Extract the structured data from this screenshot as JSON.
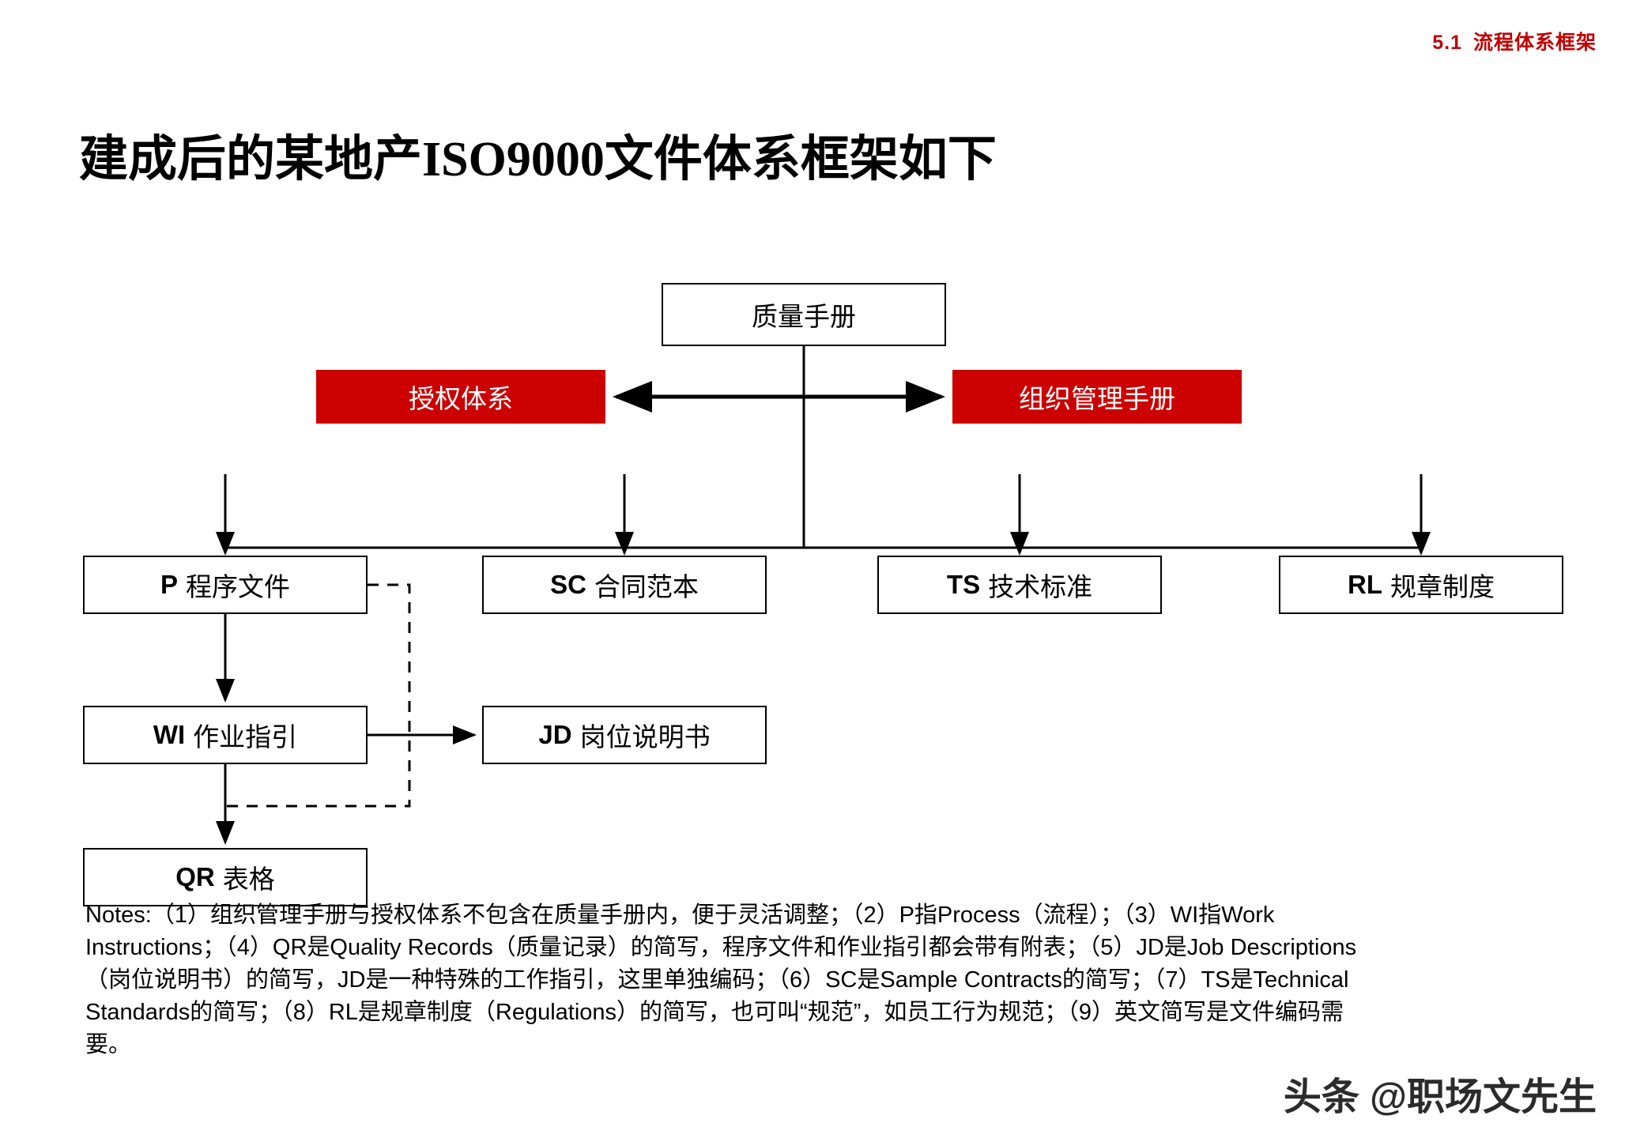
{
  "header": {
    "section_number": "5.1",
    "section_title": "流程体系框架",
    "accent_color": "#C00000"
  },
  "title": "建成后的某地产ISO9000文件体系框架如下",
  "diagram": {
    "type": "hierarchy-flowchart",
    "nodes": {
      "quality_manual": {
        "label": "质量手册",
        "style": "outlined"
      },
      "authorization": {
        "label": "授权体系",
        "style": "filled-red",
        "fill": "#CC0000",
        "text_color": "#FFFFFF"
      },
      "org_manual": {
        "label": "组织管理手册",
        "style": "filled-red",
        "fill": "#CC0000",
        "text_color": "#FFFFFF"
      },
      "p": {
        "code": "P",
        "label": "程序文件",
        "style": "outlined"
      },
      "sc": {
        "code": "SC",
        "label": "合同范本",
        "style": "outlined"
      },
      "ts": {
        "code": "TS",
        "label": "技术标准",
        "style": "outlined"
      },
      "rl": {
        "code": "RL",
        "label": "规章制度",
        "style": "outlined"
      },
      "wi": {
        "code": "WI",
        "label": "作业指引",
        "style": "outlined"
      },
      "jd": {
        "code": "JD",
        "label": "岗位说明书",
        "style": "outlined"
      },
      "qr": {
        "code": "QR",
        "label": "表格",
        "style": "outlined"
      }
    },
    "edges": [
      {
        "from": "authorization",
        "to": "org_manual",
        "kind": "double-arrow",
        "line": "solid"
      },
      {
        "from": "quality_manual",
        "to": "p",
        "kind": "arrow",
        "line": "solid"
      },
      {
        "from": "quality_manual",
        "to": "sc",
        "kind": "arrow",
        "line": "solid"
      },
      {
        "from": "quality_manual",
        "to": "ts",
        "kind": "arrow",
        "line": "solid"
      },
      {
        "from": "quality_manual",
        "to": "rl",
        "kind": "arrow",
        "line": "solid"
      },
      {
        "from": "p",
        "to": "wi",
        "kind": "arrow",
        "line": "solid"
      },
      {
        "from": "wi",
        "to": "jd",
        "kind": "arrow",
        "line": "solid"
      },
      {
        "from": "wi",
        "to": "qr",
        "kind": "arrow",
        "line": "solid"
      },
      {
        "from": "p",
        "to": "qr",
        "kind": "arrow",
        "line": "dashed"
      }
    ]
  },
  "notes": {
    "lines": [
      "Notes:（1）组织管理手册与授权体系不包含在质量手册内，便于灵活调整；（2）P指Process（流程）；（3）WI指Work",
      "Instructions；（4）QR是Quality Records（质量记录）的简写，程序文件和作业指引都会带有附表；（5）JD是Job Descriptions",
      "（岗位说明书）的简写，JD是一种特殊的工作指引，这里单独编码；（6）SC是Sample Contracts的简写；（7）TS是Technical",
      "Standards的简写；（8）RL是规章制度（Regulations）的简写，也可叫“规范”，如员工行为规范；（9）英文简写是文件编码需",
      "要。"
    ]
  },
  "watermark": "头条 @职场文先生"
}
